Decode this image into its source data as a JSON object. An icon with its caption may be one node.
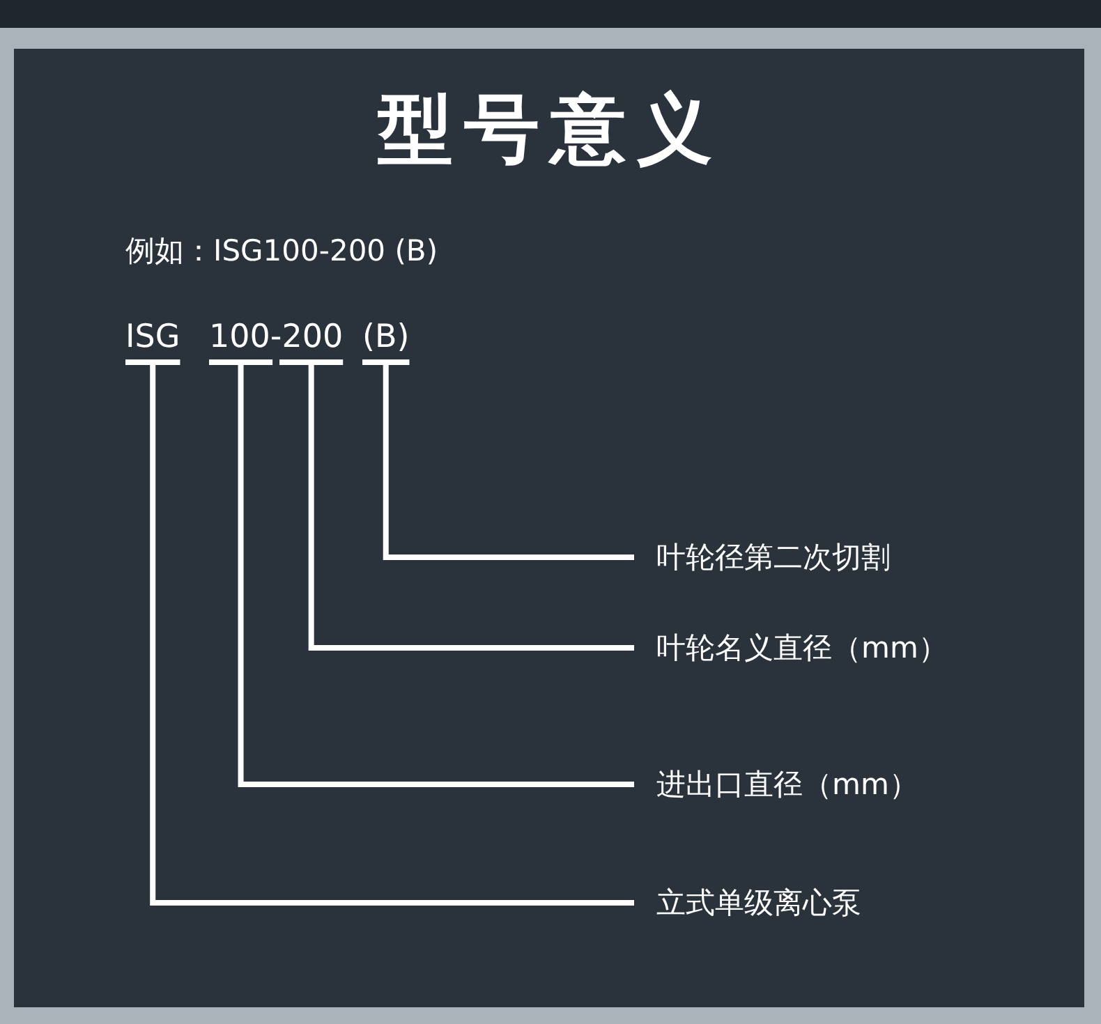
{
  "diagram": {
    "title": "型号意义",
    "nodes": [
      {
        "text": [
          "ISG"
        ]
      },
      {
        "text": [
          "100-200"
        ]
      },
      {
        "text": [
          "(B)"
        ]
      },
      {
        "text": [
          "叶轮径第二次切割"
        ]
      },
      {
        "text": [
          "叶轮名义直径（mm）"
        ]
      },
      {
        "text": [
          "进出口直径（mm）"
        ]
      },
      {
        "text": [
          "立式单级离心泵"
        ]
      }
    ],
    "edges": [
      {
        "from": 2,
        "to": 3,
        "arrow": "none"
      },
      {
        "from": 1,
        "to": 4,
        "arrow": "none"
      },
      {
        "from": 1,
        "to": 5,
        "arrow": "none"
      },
      {
        "from": 0,
        "to": 6,
        "arrow": "none"
      }
    ],
    "labels": [
      "例如：ISG100-200 (B)"
    ]
  }
}
